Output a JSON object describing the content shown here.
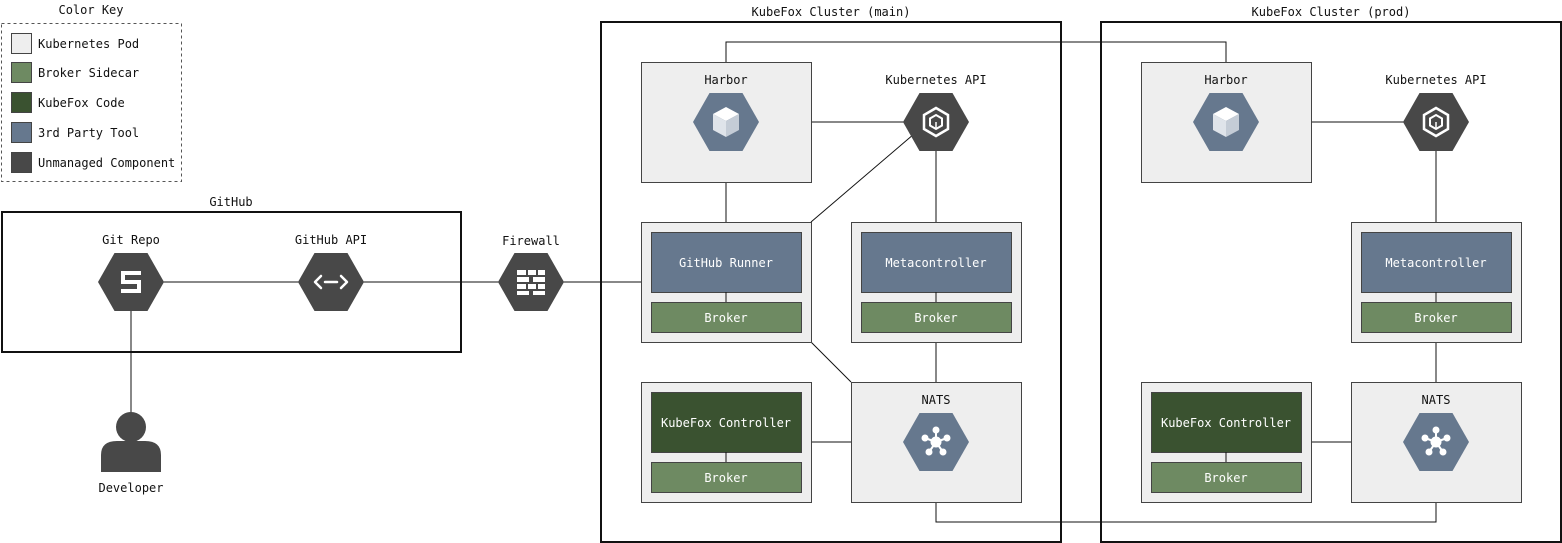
{
  "legend": {
    "title": "Color Key",
    "items": [
      {
        "label": "Kubernetes Pod",
        "color": "#eeeeee"
      },
      {
        "label": "Broker Sidecar",
        "color": "#6e8a62"
      },
      {
        "label": "KubeFox Code",
        "color": "#3a5230"
      },
      {
        "label": "3rd Party Tool",
        "color": "#66788e"
      },
      {
        "label": "Unmanaged Component",
        "color": "#484848"
      }
    ]
  },
  "colors": {
    "pod": "#eeeeee",
    "broker": "#6e8a62",
    "kubefox": "#3a5230",
    "third_party": "#66788e",
    "unmanaged": "#484848"
  },
  "github": {
    "title": "GitHub",
    "git_repo": "Git Repo",
    "github_api": "GitHub API"
  },
  "firewall": "Firewall",
  "developer": "Developer",
  "clusters": {
    "main": {
      "title": "KubeFox Cluster (main)",
      "harbor": "Harbor",
      "kubernetes_api": "Kubernetes API",
      "github_runner": "GitHub Runner",
      "runner_broker": "Broker",
      "metacontroller": "Metacontroller",
      "meta_broker": "Broker",
      "controller": "KubeFox Controller",
      "controller_broker": "Broker",
      "nats": "NATS"
    },
    "prod": {
      "title": "KubeFox Cluster (prod)",
      "harbor": "Harbor",
      "kubernetes_api": "Kubernetes API",
      "metacontroller": "Metacontroller",
      "meta_broker": "Broker",
      "controller": "KubeFox Controller",
      "controller_broker": "Broker",
      "nats": "NATS"
    }
  },
  "icons": {
    "git_repo": "git-repo-icon",
    "github_api": "api-code-icon",
    "firewall": "firewall-icon",
    "harbor": "cube-icon",
    "kubernetes_api": "kubernetes-icon",
    "nats": "hub-network-icon",
    "developer": "person-icon"
  }
}
